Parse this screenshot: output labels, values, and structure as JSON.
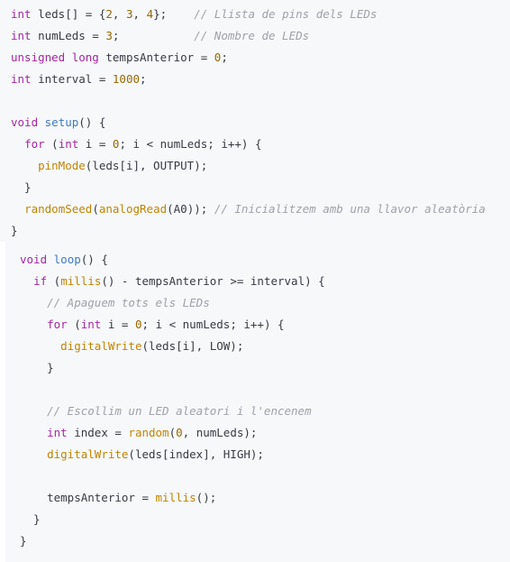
{
  "code_block_1": {
    "lines": [
      [
        {
          "t": "int",
          "c": "t"
        },
        {
          "t": " leds[] = {",
          "c": "plain"
        },
        {
          "t": "2",
          "c": "num"
        },
        {
          "t": ", ",
          "c": "plain"
        },
        {
          "t": "3",
          "c": "num"
        },
        {
          "t": ", ",
          "c": "plain"
        },
        {
          "t": "4",
          "c": "num"
        },
        {
          "t": "};    ",
          "c": "plain"
        },
        {
          "t": "// Llista de pins dels LEDs",
          "c": "com"
        }
      ],
      [
        {
          "t": "int",
          "c": "t"
        },
        {
          "t": " numLeds = ",
          "c": "plain"
        },
        {
          "t": "3",
          "c": "num"
        },
        {
          "t": ";           ",
          "c": "plain"
        },
        {
          "t": "// Nombre de LEDs",
          "c": "com"
        }
      ],
      [
        {
          "t": "unsigned long",
          "c": "t"
        },
        {
          "t": " tempsAnterior = ",
          "c": "plain"
        },
        {
          "t": "0",
          "c": "num"
        },
        {
          "t": ";",
          "c": "plain"
        }
      ],
      [
        {
          "t": "int",
          "c": "t"
        },
        {
          "t": " interval = ",
          "c": "plain"
        },
        {
          "t": "1000",
          "c": "num"
        },
        {
          "t": ";",
          "c": "plain"
        }
      ],
      [],
      [
        {
          "t": "void",
          "c": "t"
        },
        {
          "t": " ",
          "c": "plain"
        },
        {
          "t": "setup",
          "c": "fn"
        },
        {
          "t": "() {",
          "c": "plain"
        }
      ],
      [
        {
          "t": "  ",
          "c": "plain"
        },
        {
          "t": "for",
          "c": "kw"
        },
        {
          "t": " (",
          "c": "plain"
        },
        {
          "t": "int",
          "c": "t"
        },
        {
          "t": " i = ",
          "c": "plain"
        },
        {
          "t": "0",
          "c": "num"
        },
        {
          "t": "; i < numLeds; i++) {",
          "c": "plain"
        }
      ],
      [
        {
          "t": "    ",
          "c": "plain"
        },
        {
          "t": "pinMode",
          "c": "call"
        },
        {
          "t": "(leds[i], OUTPUT);",
          "c": "plain"
        }
      ],
      [
        {
          "t": "  }",
          "c": "plain"
        }
      ],
      [
        {
          "t": "  ",
          "c": "plain"
        },
        {
          "t": "randomSeed",
          "c": "call"
        },
        {
          "t": "(",
          "c": "plain"
        },
        {
          "t": "analogRead",
          "c": "call"
        },
        {
          "t": "(A0)); ",
          "c": "plain"
        },
        {
          "t": "// Inicialitzem amb una llavor aleatòria",
          "c": "com"
        }
      ],
      [
        {
          "t": "}",
          "c": "plain"
        }
      ]
    ]
  },
  "code_block_2": {
    "lines": [
      [
        {
          "t": "void",
          "c": "t"
        },
        {
          "t": " ",
          "c": "plain"
        },
        {
          "t": "loop",
          "c": "fn"
        },
        {
          "t": "() {",
          "c": "plain"
        }
      ],
      [
        {
          "t": "  ",
          "c": "plain"
        },
        {
          "t": "if",
          "c": "kw"
        },
        {
          "t": " (",
          "c": "plain"
        },
        {
          "t": "millis",
          "c": "call"
        },
        {
          "t": "() - tempsAnterior >= interval) {",
          "c": "plain"
        }
      ],
      [
        {
          "t": "    ",
          "c": "plain"
        },
        {
          "t": "// Apaguem tots els LEDs",
          "c": "com"
        }
      ],
      [
        {
          "t": "    ",
          "c": "plain"
        },
        {
          "t": "for",
          "c": "kw"
        },
        {
          "t": " (",
          "c": "plain"
        },
        {
          "t": "int",
          "c": "t"
        },
        {
          "t": " i = ",
          "c": "plain"
        },
        {
          "t": "0",
          "c": "num"
        },
        {
          "t": "; i < numLeds; i++) {",
          "c": "plain"
        }
      ],
      [
        {
          "t": "      ",
          "c": "plain"
        },
        {
          "t": "digitalWrite",
          "c": "call"
        },
        {
          "t": "(leds[i], LOW);",
          "c": "plain"
        }
      ],
      [
        {
          "t": "    }",
          "c": "plain"
        }
      ],
      [],
      [
        {
          "t": "    ",
          "c": "plain"
        },
        {
          "t": "// Escollim un LED aleatori i l'encenem",
          "c": "com"
        }
      ],
      [
        {
          "t": "    ",
          "c": "plain"
        },
        {
          "t": "int",
          "c": "t"
        },
        {
          "t": " index = ",
          "c": "plain"
        },
        {
          "t": "random",
          "c": "call"
        },
        {
          "t": "(",
          "c": "plain"
        },
        {
          "t": "0",
          "c": "num"
        },
        {
          "t": ", numLeds);",
          "c": "plain"
        }
      ],
      [
        {
          "t": "    ",
          "c": "plain"
        },
        {
          "t": "digitalWrite",
          "c": "call"
        },
        {
          "t": "(leds[index], HIGH);",
          "c": "plain"
        }
      ],
      [],
      [
        {
          "t": "    tempsAnterior = ",
          "c": "plain"
        },
        {
          "t": "millis",
          "c": "call"
        },
        {
          "t": "();",
          "c": "plain"
        }
      ],
      [
        {
          "t": "  }",
          "c": "plain"
        }
      ],
      [
        {
          "t": "}",
          "c": "plain"
        }
      ]
    ]
  }
}
